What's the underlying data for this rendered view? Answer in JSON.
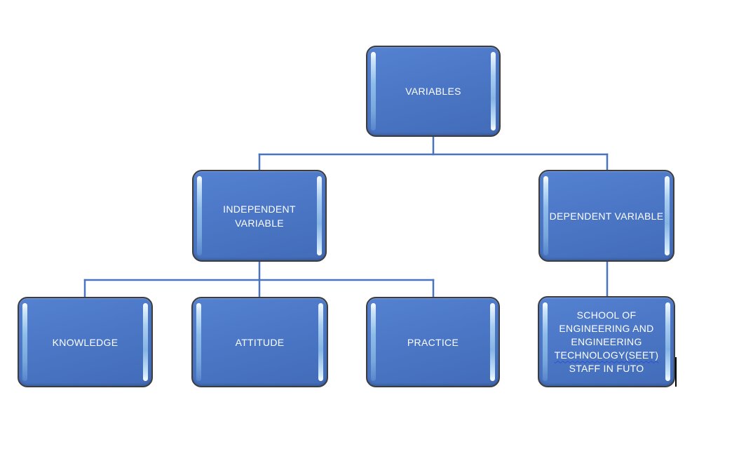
{
  "diagram": {
    "description": "Hierarchy diagram of study variables",
    "nodes": {
      "variables": {
        "label": "VARIABLES"
      },
      "independent": {
        "label": "INDEPENDENT\nVARIABLE"
      },
      "dependent": {
        "label": "DEPENDENT VARIABLE"
      },
      "knowledge": {
        "label": "KNOWLEDGE"
      },
      "attitude": {
        "label": "ATTITUDE"
      },
      "practice": {
        "label": "PRACTICE"
      },
      "seet": {
        "text_before": "SCHOOL OF\nENGINEERING AND\nENGINEERING\n",
        "misspelled_word": "TECHNOLOGY(SEET)",
        "text_after": "\nSTAFF IN FUTO"
      }
    },
    "edges": [
      {
        "from": "variables",
        "to": "independent"
      },
      {
        "from": "variables",
        "to": "dependent"
      },
      {
        "from": "independent",
        "to": "knowledge"
      },
      {
        "from": "independent",
        "to": "attitude"
      },
      {
        "from": "independent",
        "to": "practice"
      },
      {
        "from": "dependent",
        "to": "seet"
      }
    ],
    "colors": {
      "node_fill": "#4b77c6",
      "node_border": "#3d3d3f",
      "node_gloss": "#a9cdf0",
      "connector": "#4a74be",
      "text": "#ffffff",
      "spellcheck_squiggle": "#2d4fd0",
      "background": "#ffffff"
    }
  }
}
